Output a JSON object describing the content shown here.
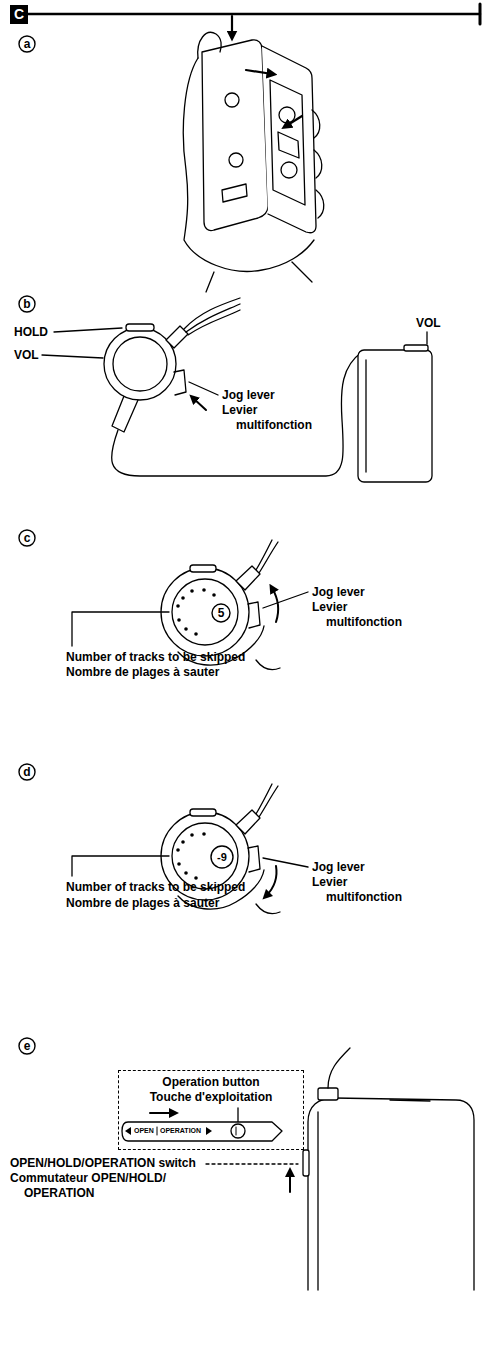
{
  "diagram": {
    "nodes": [
      {
        "text": [
          "C"
        ]
      },
      {
        "text": [
          "a"
        ]
      },
      {
        "text": [
          "b"
        ]
      },
      {
        "text": [
          "c"
        ]
      },
      {
        "text": [
          "5"
        ]
      },
      {
        "text": [
          "d"
        ]
      },
      {
        "text": [
          "-9"
        ]
      },
      {
        "text": [
          "e"
        ]
      },
      {
        "text": [
          "Operation button",
          "Touche d'exploitation"
        ]
      }
    ],
    "labels": [
      "HOLD",
      "VOL",
      "VOL",
      "Jog lever",
      "Levier multifonction",
      "Jog lever",
      "Levier multifonction",
      "Number of tracks to be skipped",
      "Nombre de plages à sauter",
      "Jog lever",
      "Levier multifonction",
      "Number of tracks to be skipped",
      "Nombre de plages à sauter",
      "OPEN",
      "OPERATION",
      "OPEN/HOLD/OPERATION switch",
      "Commutateur OPEN/HOLD/ OPERATION"
    ]
  }
}
